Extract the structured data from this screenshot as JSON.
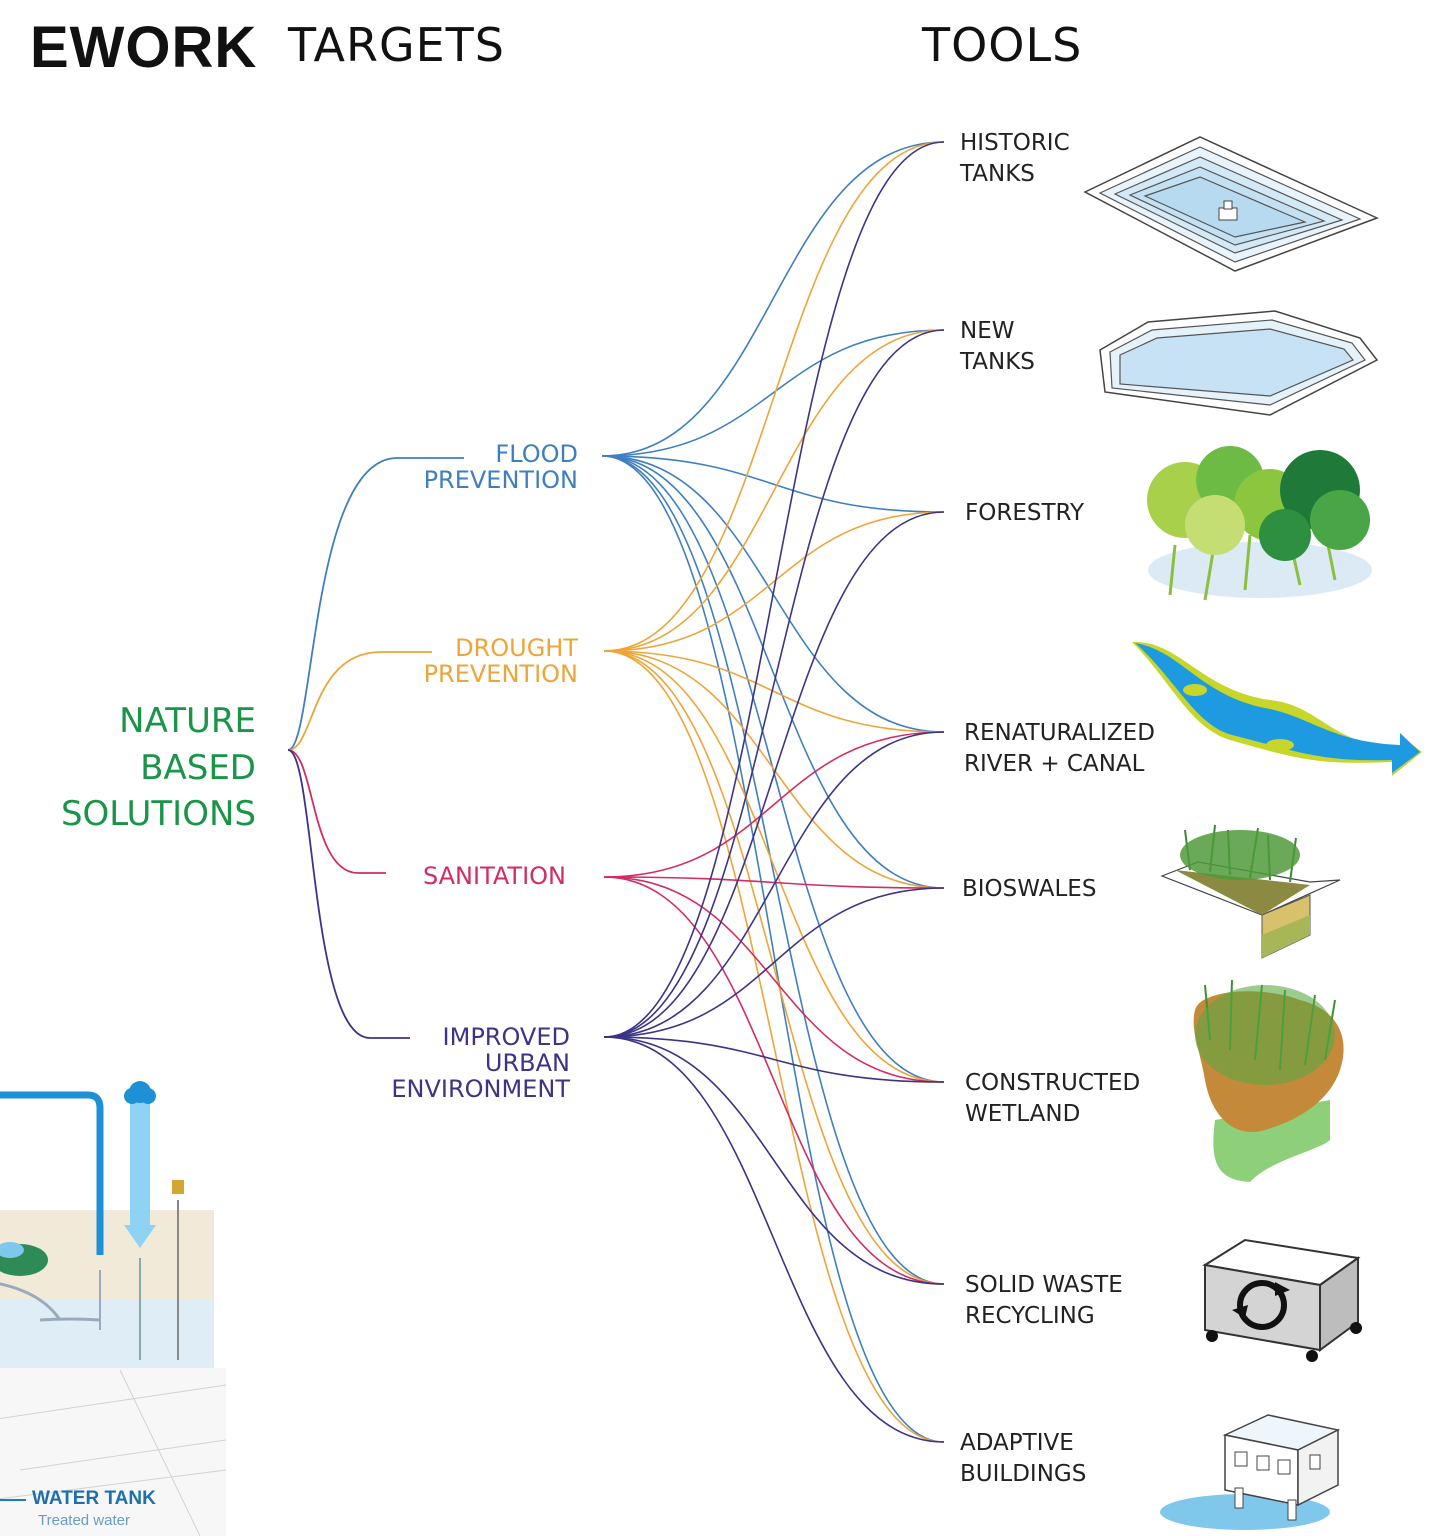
{
  "headers": {
    "left": "EWORK",
    "targets": "TARGETS",
    "tools": "TOOLS"
  },
  "root": {
    "label": "NATURE\nBASED\nSOLUTIONS",
    "color": "#1a9447"
  },
  "targets": [
    {
      "id": "flood",
      "label": "FLOOD\nPREVENTION",
      "color": "#3f7fbf"
    },
    {
      "id": "drought",
      "label": "DROUGHT\nPREVENTION",
      "color": "#eda53a"
    },
    {
      "id": "sanitation",
      "label": "SANITATION",
      "color": "#d32c63"
    },
    {
      "id": "urban",
      "label": "IMPROVED\nURBAN\nENVIRONMENT",
      "color": "#3b3487"
    }
  ],
  "tools": [
    {
      "id": "historic",
      "label": "HISTORIC\nTANKS",
      "icon": "historic-tank-icon"
    },
    {
      "id": "new",
      "label": "NEW\nTANKS",
      "icon": "new-tank-icon"
    },
    {
      "id": "forestry",
      "label": "FORESTRY",
      "icon": "forest-icon"
    },
    {
      "id": "river",
      "label": "RENATURALIZED\nRIVER + CANAL",
      "icon": "river-icon"
    },
    {
      "id": "bioswales",
      "label": "BIOSWALES",
      "icon": "bioswale-icon"
    },
    {
      "id": "wetland",
      "label": "CONSTRUCTED\nWETLAND",
      "icon": "wetland-icon"
    },
    {
      "id": "waste",
      "label": "SOLID WASTE\nRECYCLING",
      "icon": "recycling-bin-icon"
    },
    {
      "id": "buildings",
      "label": "ADAPTIVE\nBUILDINGS",
      "icon": "adaptive-building-icon"
    }
  ],
  "links": {
    "flood": [
      "historic",
      "new",
      "forestry",
      "river",
      "bioswales",
      "wetland",
      "waste",
      "buildings"
    ],
    "drought": [
      "historic",
      "new",
      "forestry",
      "river",
      "bioswales",
      "wetland",
      "waste",
      "buildings"
    ],
    "sanitation": [
      "river",
      "bioswales",
      "wetland",
      "waste"
    ],
    "urban": [
      "historic",
      "new",
      "forestry",
      "river",
      "bioswales",
      "wetland",
      "waste",
      "buildings"
    ]
  },
  "inset": {
    "title": "WATER TANK",
    "subtitle": "Treated water"
  }
}
